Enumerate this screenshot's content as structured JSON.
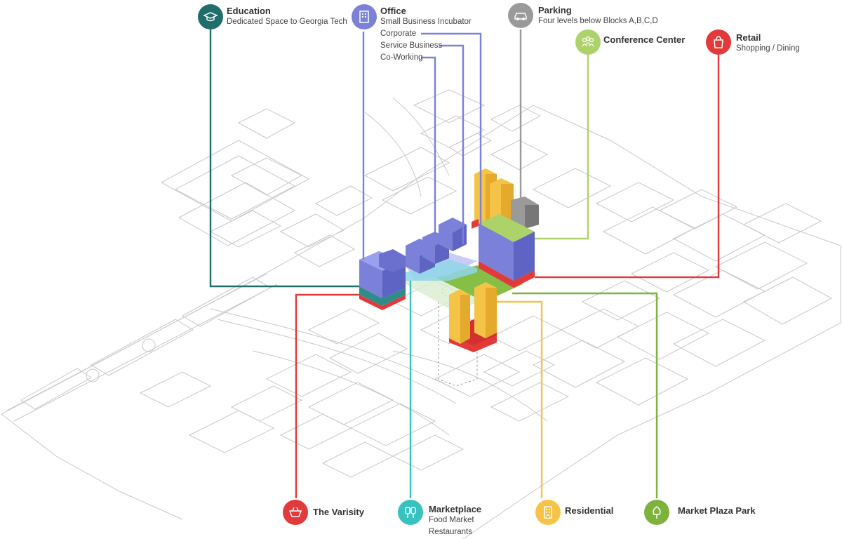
{
  "colors": {
    "education": "#1f6e6b",
    "office": "#7b80d8",
    "parking": "#9a9a9a",
    "conference": "#aed26a",
    "retail": "#e23a3a",
    "varsity": "#e23a3a",
    "marketplace": "#37c2bf",
    "residential": "#f5c347",
    "park": "#7db23b"
  },
  "legends": {
    "education": {
      "title": "Education",
      "lines": [
        "Dedicated Space to Georgia Tech"
      ],
      "icon": "graduation-cap-icon"
    },
    "office": {
      "title": "Office",
      "lines": [
        "Small Business Incubator",
        "Corporate",
        "Service Business",
        "Co-Working"
      ],
      "icon": "office-building-icon"
    },
    "parking": {
      "title": "Parking",
      "lines": [
        "Four levels below Blocks A,B,C,D"
      ],
      "icon": "car-icon"
    },
    "conference": {
      "title": "Conference Center",
      "lines": [],
      "icon": "people-icon"
    },
    "retail": {
      "title": "Retail",
      "lines": [
        "Shopping / Dining"
      ],
      "icon": "shopping-bag-icon"
    },
    "varsity": {
      "title": "The Varisity",
      "lines": [],
      "icon": "food-tray-icon"
    },
    "marketplace": {
      "title": "Marketplace",
      "lines": [
        "Food Market",
        "Restaurants"
      ],
      "icon": "market-stall-icon"
    },
    "residential": {
      "title": "Residential",
      "lines": [],
      "icon": "apartment-building-icon"
    },
    "park": {
      "title": "Market Plaza Park",
      "lines": [],
      "icon": "tree-icon"
    }
  }
}
